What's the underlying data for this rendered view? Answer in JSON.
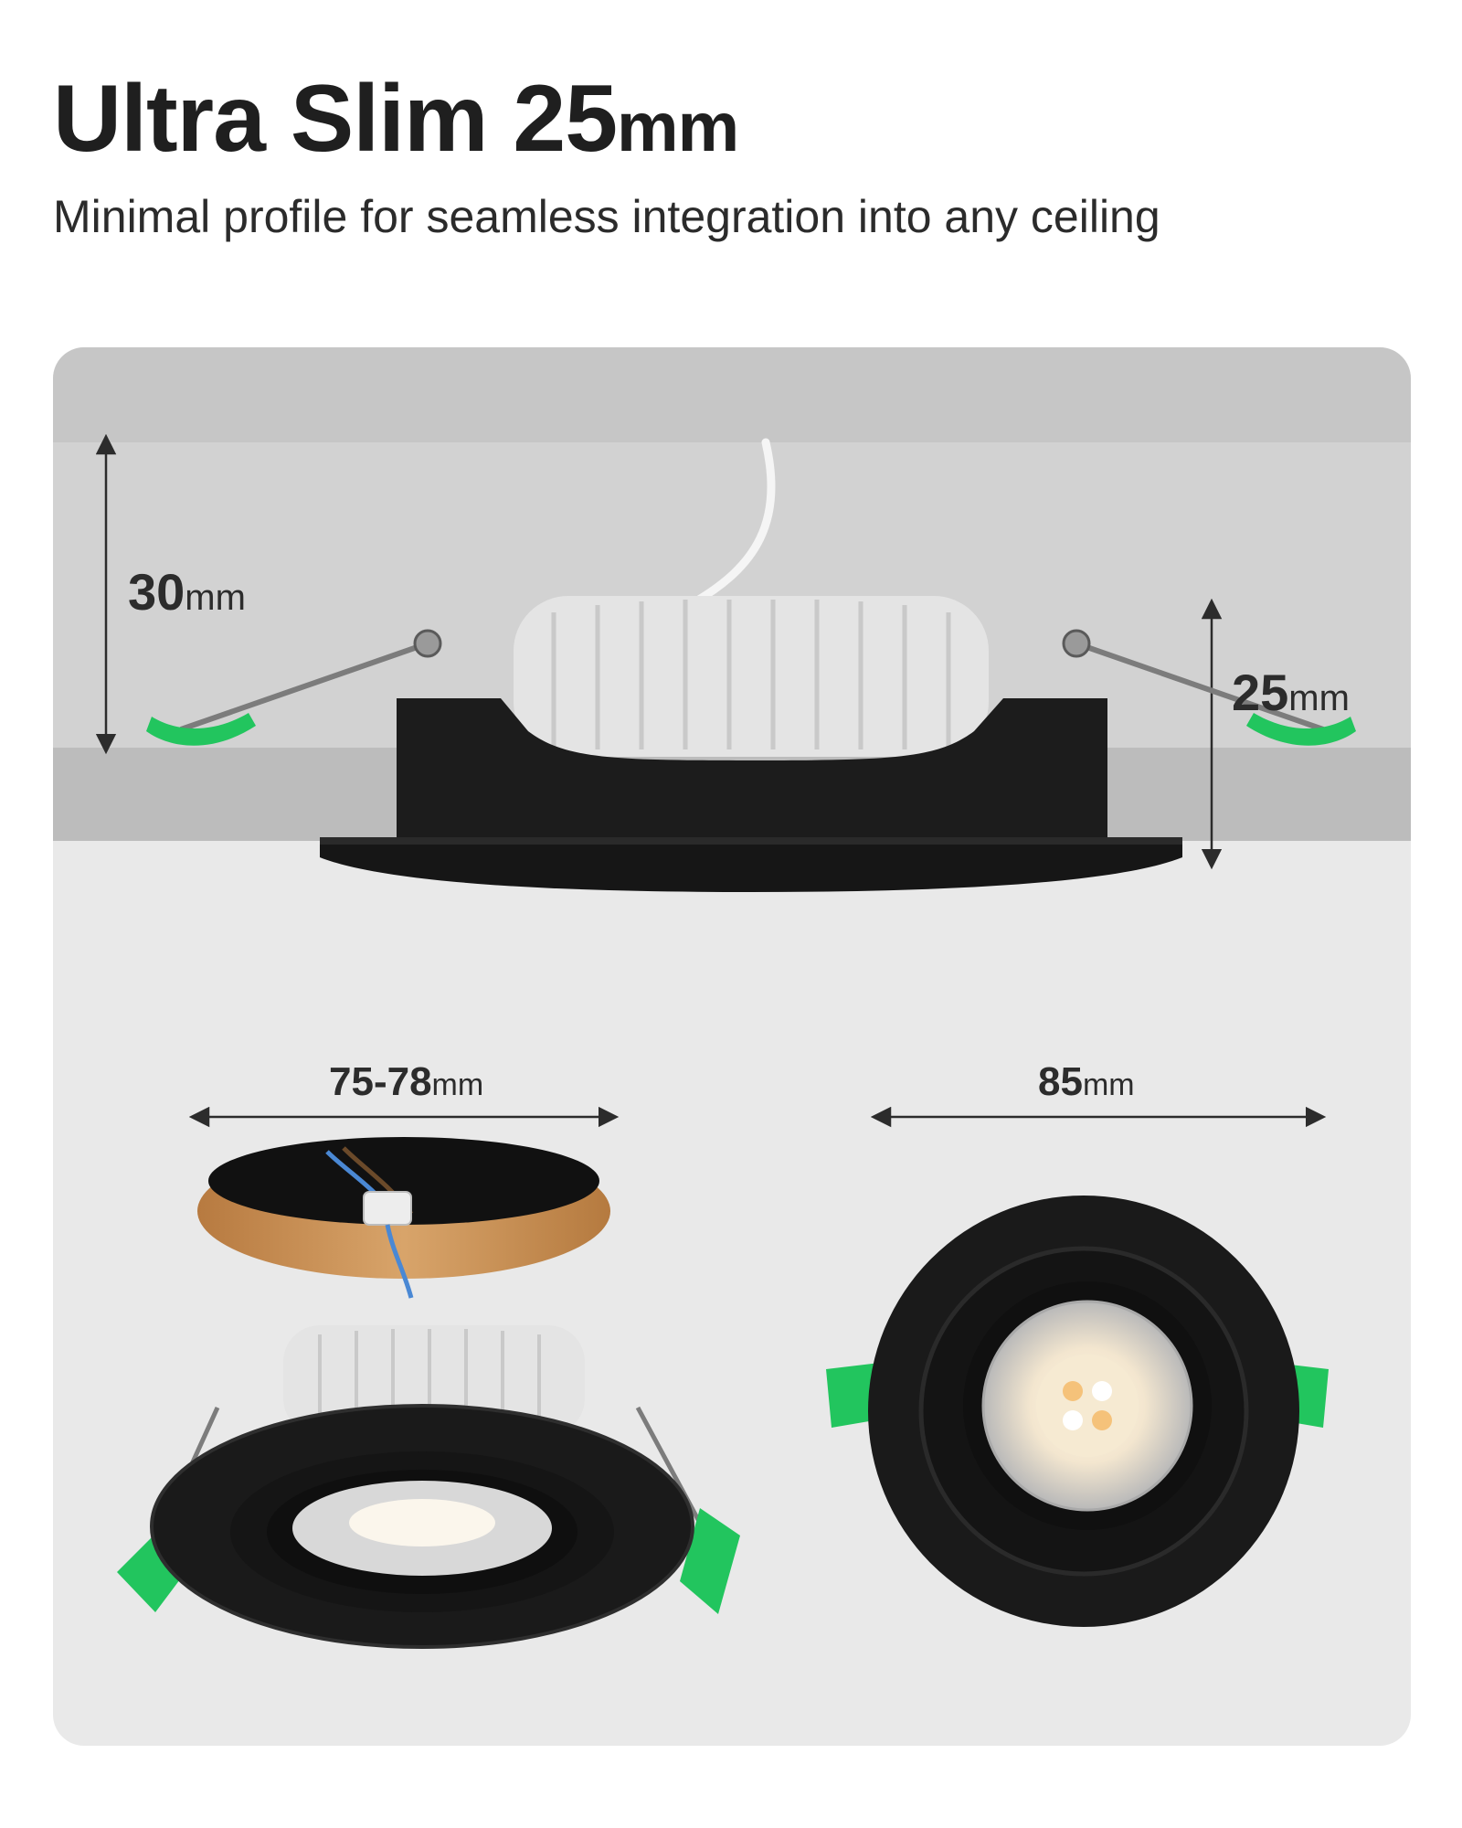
{
  "header": {
    "title_main": "Ultra Slim 25",
    "title_unit": "mm",
    "subtitle": "Minimal profile for seamless integration into any ceiling"
  },
  "dimensions": {
    "cavity_depth": {
      "value": "30",
      "unit": "mm"
    },
    "product_height": {
      "value": "25",
      "unit": "mm"
    },
    "cutout_diameter": {
      "value": "75-78",
      "unit": "mm"
    },
    "outer_diameter": {
      "value": "85",
      "unit": "mm"
    }
  },
  "colors": {
    "spring_clip": "#22c55e",
    "housing": "#1c1c1c",
    "heatsink": "#e4e4e4",
    "panel_bg": "#e9e9e9",
    "ceiling": "#c6c6c6",
    "wood": "#c58b4f"
  }
}
